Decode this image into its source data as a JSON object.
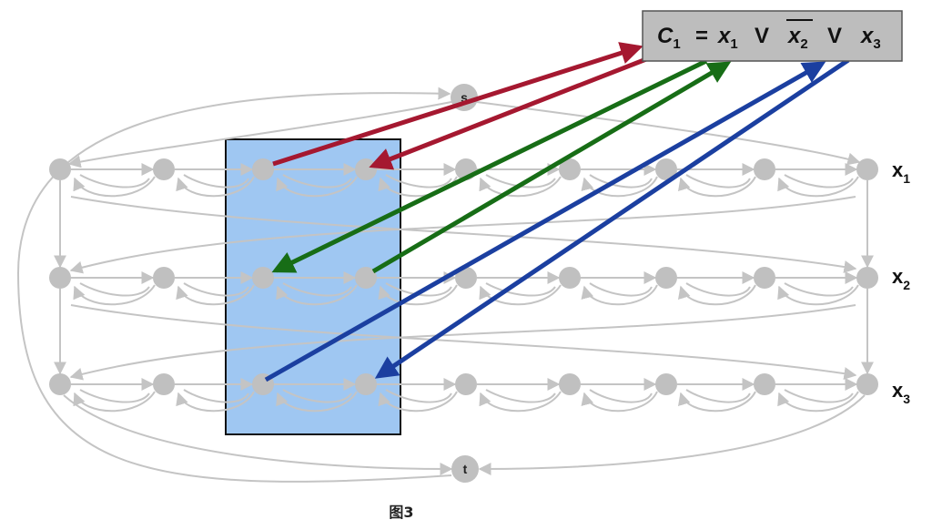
{
  "clause": {
    "c": "C",
    "c_sub": "1",
    "eq": "=",
    "lit1": "x",
    "lit1_sub": "1",
    "or1": "V",
    "lit2": "x",
    "lit2_sub": "2",
    "or2": "V",
    "lit3": "x",
    "lit3_sub": "3"
  },
  "nodes": {
    "source": "s",
    "sink": "t"
  },
  "rows": [
    {
      "label": "x",
      "sub": "1"
    },
    {
      "label": "x",
      "sub": "2"
    },
    {
      "label": "x",
      "sub": "3"
    }
  ],
  "caption": "图3",
  "colors": {
    "edge": "#c4c4c4",
    "node": "#c0c0c0",
    "highlight_fill": "#9fc7f2",
    "clause_box": "#bdbdbd",
    "literal1": "#a51830",
    "literal2": "#176d16",
    "literal3": "#1b3fa0"
  }
}
